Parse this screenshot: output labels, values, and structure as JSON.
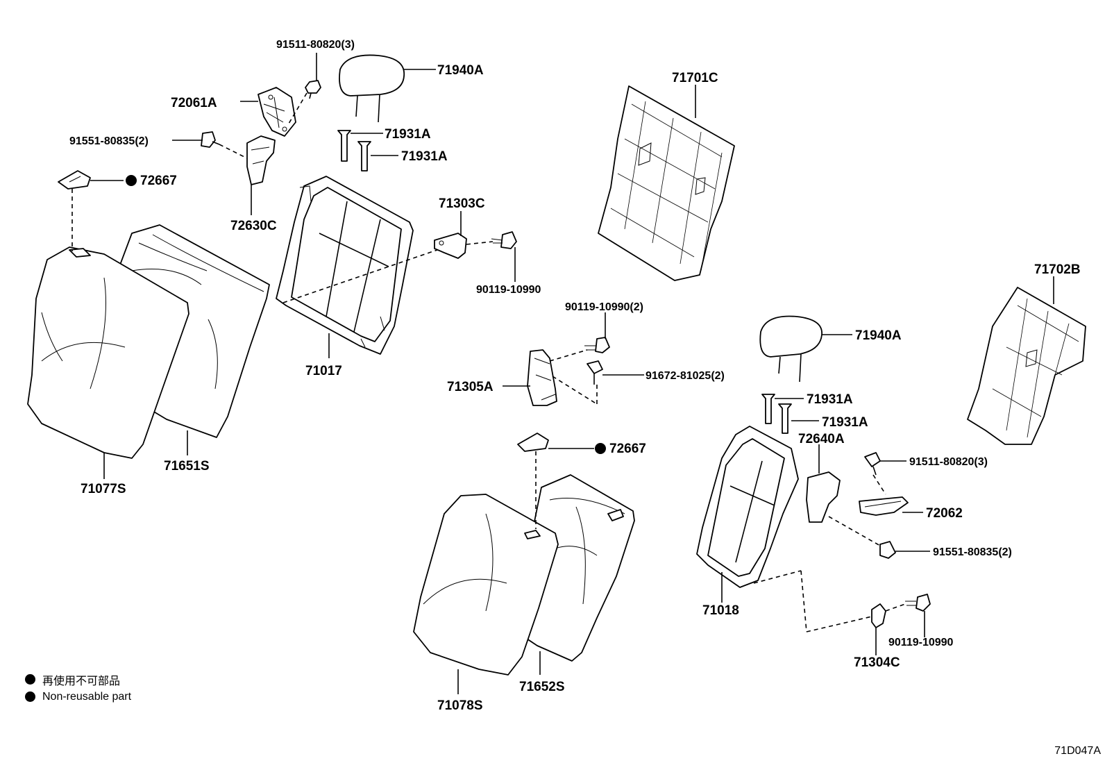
{
  "parts": {
    "p_91511_80820_3_top": "91511-80820(3)",
    "p_71940A_top": "71940A",
    "p_72061A": "72061A",
    "p_91551_80835_2_top": "91551-80835(2)",
    "p_71931A_a": "71931A",
    "p_71931A_b": "71931A",
    "p_72667_top": "72667",
    "p_72630C": "72630C",
    "p_71701C": "71701C",
    "p_71303C": "71303C",
    "p_90119_10990_top": "90119-10990",
    "p_71017": "71017",
    "p_71651S": "71651S",
    "p_71077S": "71077S",
    "p_71702B": "71702B",
    "p_90119_10990_2": "90119-10990(2)",
    "p_71940A_right": "71940A",
    "p_71305A": "71305A",
    "p_91672_81025_2": "91672-81025(2)",
    "p_71931A_c": "71931A",
    "p_71931A_d": "71931A",
    "p_72640A": "72640A",
    "p_72667_mid": "72667",
    "p_91511_80820_3_right": "91511-80820(3)",
    "p_72062": "72062",
    "p_91551_80835_2_right": "91551-80835(2)",
    "p_71018": "71018",
    "p_90119_10990_bottom": "90119-10990",
    "p_71304C": "71304C",
    "p_71078S": "71078S",
    "p_71652S": "71652S"
  },
  "legend": {
    "jp": "再使用不可部品",
    "en": "Non-reusable part"
  },
  "reference_code": "71D047A"
}
